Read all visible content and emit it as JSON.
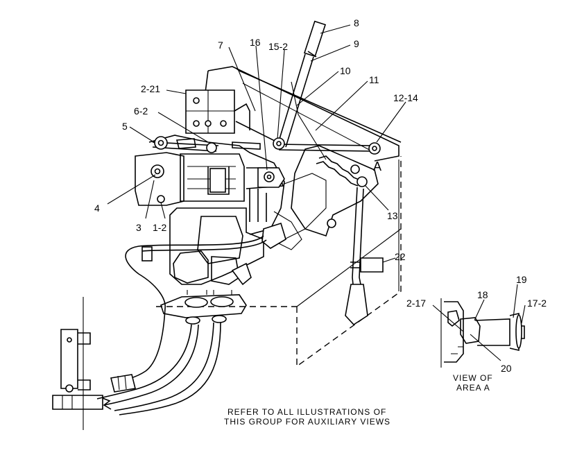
{
  "callouts": {
    "c8": "8",
    "c9": "9",
    "c7": "7",
    "c16": "16",
    "c15_2": "15-2",
    "c10": "10",
    "c11": "11",
    "c12_14": "12-14",
    "c2_21": "2-21",
    "c6_2": "6-2",
    "c5": "5",
    "cA": "A",
    "c4": "4",
    "c3": "3",
    "c1_2": "1-2",
    "c13": "13",
    "c22": "22",
    "c19": "19",
    "c2_17": "2-17",
    "c18": "18",
    "c17_2": "17-2",
    "c20": "20"
  },
  "inset": {
    "caption_line1": "VIEW OF",
    "caption_line2": "AREA A"
  },
  "note": {
    "line1": "REFER TO ALL ILLUSTRATIONS OF",
    "line2": "THIS GROUP FOR AUXILIARY VIEWS"
  }
}
